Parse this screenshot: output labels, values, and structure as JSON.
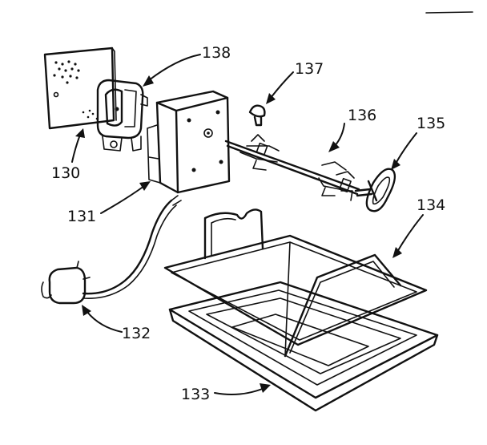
{
  "callouts": {
    "c130": "130",
    "c131": "131",
    "c132": "132",
    "c133": "133",
    "c134": "134",
    "c135": "135",
    "c136": "136",
    "c137": "137",
    "c138": "138"
  },
  "colors": {
    "ink": "#111111",
    "paper": "#ffffff"
  }
}
